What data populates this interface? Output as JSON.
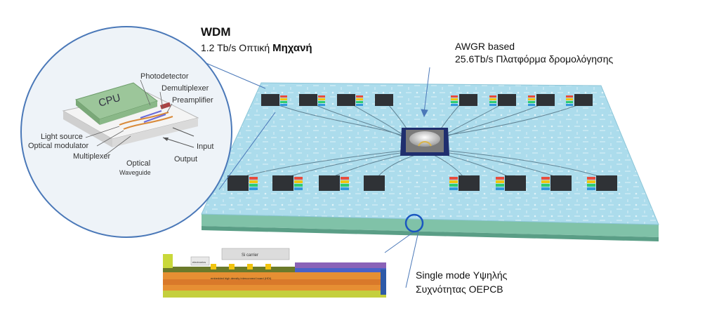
{
  "labels": {
    "wdm_title": "WDM",
    "wdm_rate": "1.2 Tb/s Οπτική",
    "wdm_engine": "Μηχανή",
    "awgr_title": "AWGR based",
    "awgr_rate": "25.6Tb/s Πλατφόρμα δρομολόγησης",
    "board_line1": "Single mode Υψηλής",
    "board_line2": "Συχνότητας OEPCB"
  },
  "inset": {
    "chip": "CPU",
    "photodetector": "Photodetector",
    "demultiplexer": "Demultiplexer",
    "preamplifier": "Preamplifier",
    "light_source": "Light source",
    "optical_modulator": "Optical modulator",
    "multiplexer": "Multiplexer",
    "input": "Input",
    "output": "Output",
    "optical": "Optical",
    "waveguide": "Waveguide"
  },
  "cross_section": {
    "electronics": "electronics",
    "si_carrier": "Si carrier",
    "board": "embedded high density interconnect board (HDI)"
  },
  "colors": {
    "board": "#a9d8ea",
    "board_edge": "#7fbfa6",
    "circle_stroke": "#4a78b8",
    "chip": "#2f3236",
    "callout": "#4a78b8"
  }
}
